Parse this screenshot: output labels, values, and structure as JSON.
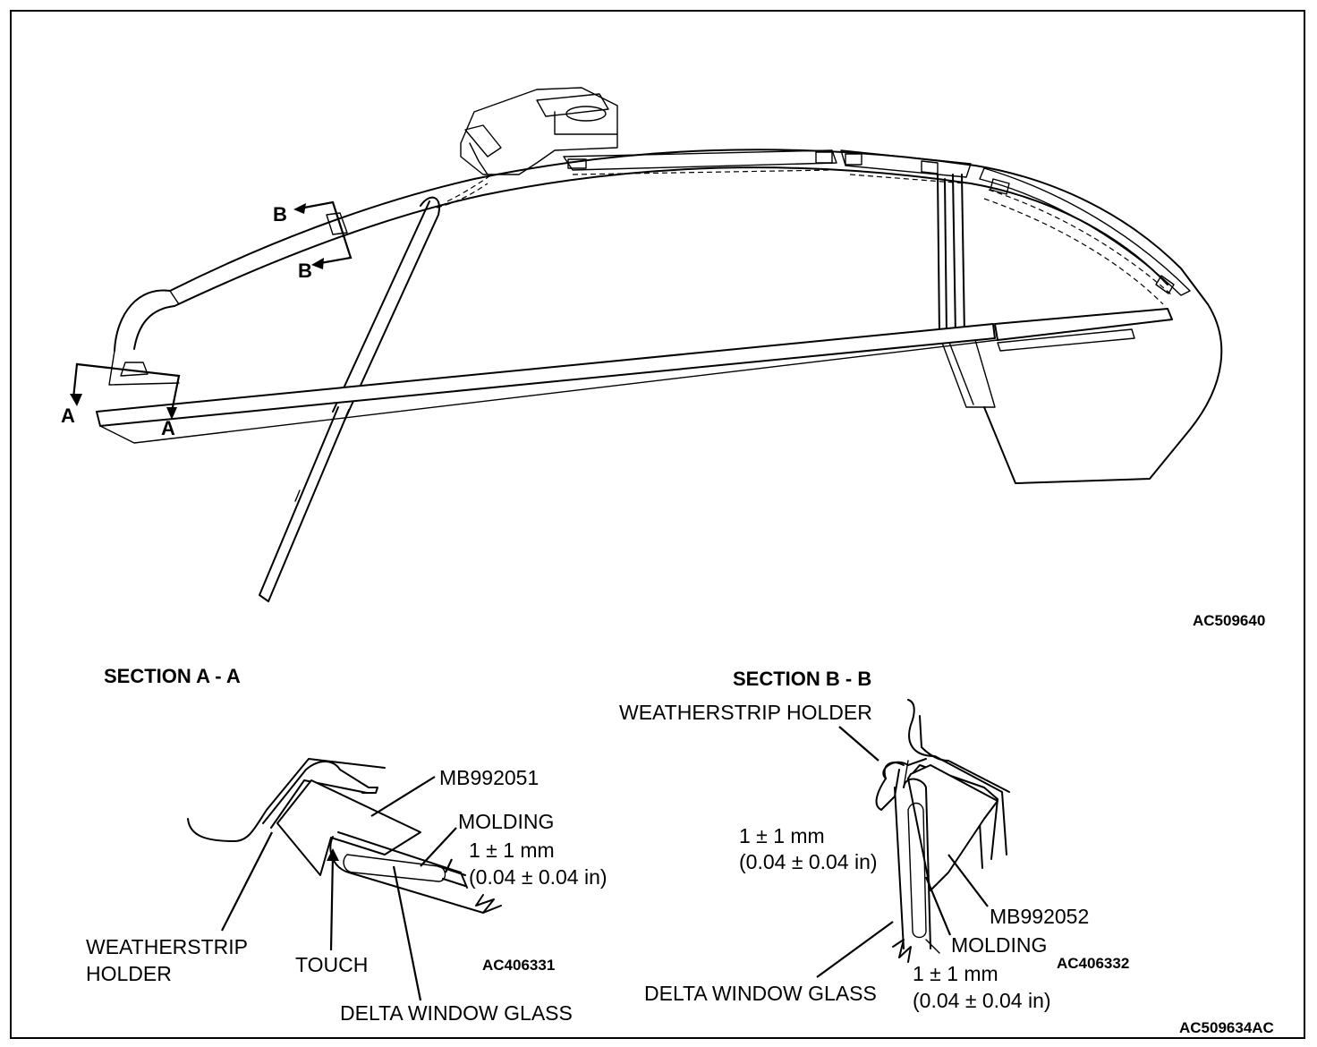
{
  "figure": {
    "main_id": "AC509640",
    "bottom_id": "AC509634AC",
    "cut_labels": {
      "a": "A",
      "b": "B"
    }
  },
  "section_a": {
    "title": "SECTION A - A",
    "tool": "MB992051",
    "molding": "MOLDING",
    "gap_mm": "1 ± 1 mm",
    "gap_in": "(0.04 ± 0.04 in)",
    "holder_line1": "WEATHERSTRIP",
    "holder_line2": "HOLDER",
    "touch": "TOUCH",
    "glass": "DELTA WINDOW GLASS",
    "id": "AC406331"
  },
  "section_b": {
    "title": "SECTION B - B",
    "holder": "WEATHERSTRIP HOLDER",
    "gap_mm": "1 ± 1 mm",
    "gap_in": "(0.04 ± 0.04 in)",
    "tool": "MB992052",
    "molding": "MOLDING",
    "gap2_mm": "1 ± 1 mm",
    "gap2_in": "(0.04 ± 0.04 in)",
    "glass": "DELTA WINDOW GLASS",
    "id": "AC406332"
  }
}
